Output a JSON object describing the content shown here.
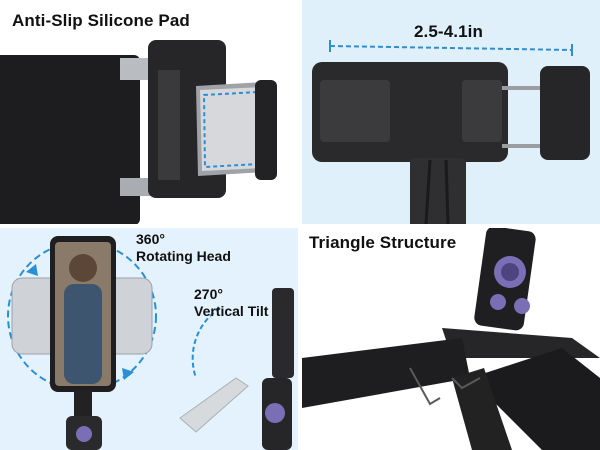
{
  "panels": {
    "silicone_pad": {
      "title": "Anti-Slip Silicone Pad"
    },
    "width_range": {
      "measurement": "2.5-4.1in"
    },
    "rotation": {
      "rotate_degrees": "360°",
      "rotate_label": "Rotating Head",
      "tilt_degrees": "270°",
      "tilt_label": "Vertical Tilt"
    },
    "tripod": {
      "title": "Triangle Structure"
    }
  },
  "colors": {
    "accent_blue": "#2a8fd6",
    "device_black": "#1c1c1e",
    "remote_purple": "#7a6fb5"
  }
}
